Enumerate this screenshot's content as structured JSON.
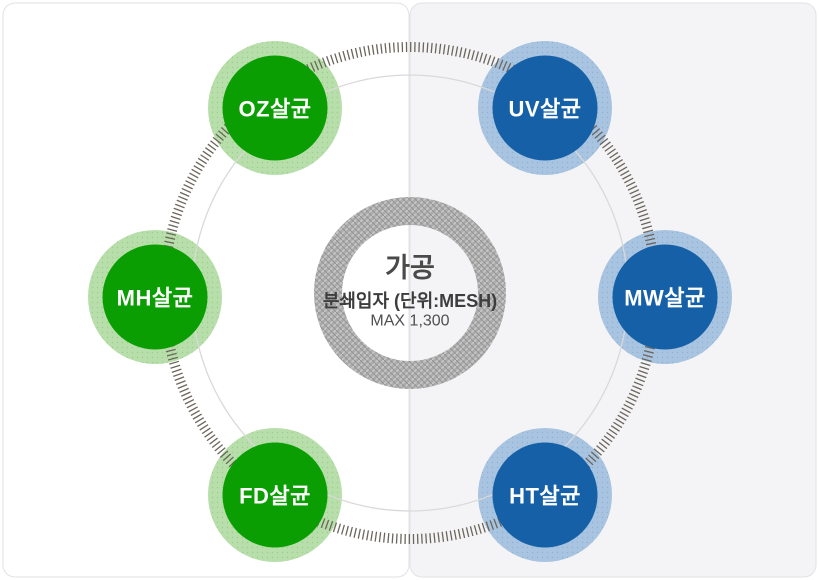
{
  "diagram": {
    "center": {
      "title": "가공",
      "subtitle": "분쇄입자 (단위:MESH)",
      "max_label": "MAX 1,300"
    },
    "nodes": [
      {
        "label": "OZ살균",
        "group": "green",
        "position": "top-left"
      },
      {
        "label": "UV살균",
        "group": "blue",
        "position": "top-right"
      },
      {
        "label": "MH살균",
        "group": "green",
        "position": "left"
      },
      {
        "label": "MW살균",
        "group": "blue",
        "position": "right"
      },
      {
        "label": "FD살균",
        "group": "green",
        "position": "bottom-left"
      },
      {
        "label": "HT살균",
        "group": "blue",
        "position": "bottom-right"
      }
    ],
    "palette": {
      "green": "#0a9e02",
      "green_light": "#b8dfab",
      "green_dot": "#97d086",
      "blue": "#1560a6",
      "blue_light": "#a9c4e0",
      "blue_dot": "#8bb1d5",
      "node_text": "#ffffff",
      "ring_base": "#ababab",
      "ring_hatch_light": "#c6c6c6",
      "ring_hatch_dark": "#959595",
      "tick_ring": "#6b665b",
      "orbit_line": "#d9d9d9",
      "panel_left_bg": "#ffffff",
      "panel_right_bg": "#f4f4f7",
      "panel_border": "#e2e2e6",
      "text_title": "#4a4a4a",
      "text_subtitle": "#3d3d3d",
      "text_max": "#4f4f4f"
    }
  }
}
